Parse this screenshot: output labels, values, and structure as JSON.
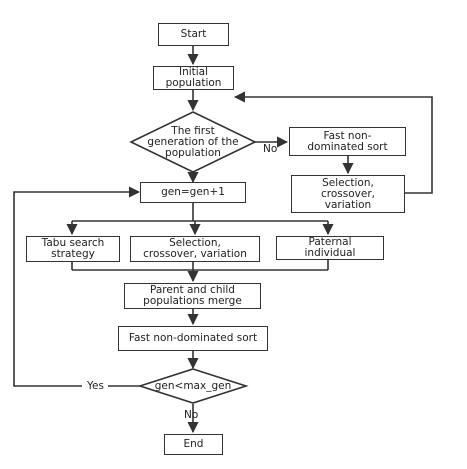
{
  "nodes": {
    "start": "Start",
    "initial_population": "Initial\npopulation",
    "first_generation": "The first\ngeneration of the\npopulation",
    "fast_sort_1": "Fast non-\ndominated sort",
    "selection_1": "Selection,\ncrossover,\nvariation",
    "gen_increment": "gen=gen+1",
    "tabu_search": "Tabu search\nstrategy",
    "selection_2": "Selection,\ncrossover, variation",
    "paternal_individual": "Paternal\nindividual",
    "merge": "Parent and child\npopulations merge",
    "fast_sort_2": "Fast non-dominated sort",
    "gen_check": "gen<max_gen",
    "end": "End"
  },
  "edge_labels": {
    "no_first": "No",
    "yes_loop": "Yes",
    "no_end": "No"
  }
}
